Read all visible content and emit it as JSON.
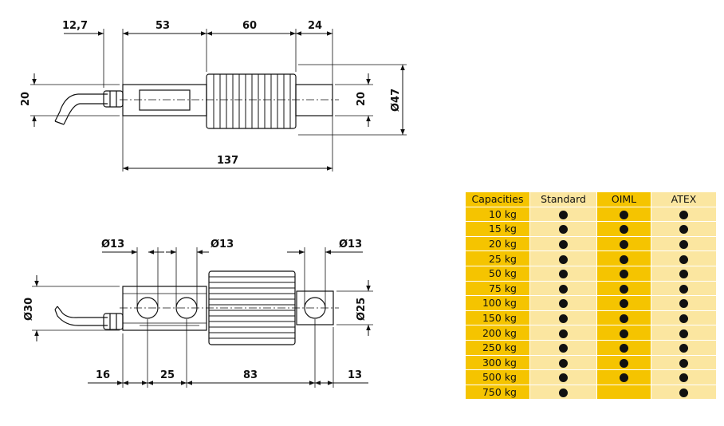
{
  "drawing_top": {
    "dims": {
      "cable_offset": "12,7",
      "body": "53",
      "bellows": "60",
      "end": "24",
      "height_left": "20",
      "height_right": "20",
      "diameter": "Ø47",
      "total": "137"
    }
  },
  "drawing_bottom": {
    "dims": {
      "hole1": "Ø13",
      "hole2": "Ø13",
      "hole3": "Ø13",
      "diameter_left": "Ø30",
      "diameter_right": "Ø25",
      "d16": "16",
      "d25": "25",
      "d83": "83",
      "d13": "13"
    }
  },
  "table": {
    "headers": [
      "Capacities",
      "Standard",
      "OIML",
      "ATEX"
    ],
    "rows": [
      {
        "capacity": "10 kg",
        "standard": true,
        "oiml": true,
        "atex": true
      },
      {
        "capacity": "15 kg",
        "standard": true,
        "oiml": true,
        "atex": true
      },
      {
        "capacity": "20 kg",
        "standard": true,
        "oiml": true,
        "atex": true
      },
      {
        "capacity": "25 kg",
        "standard": true,
        "oiml": true,
        "atex": true
      },
      {
        "capacity": "50 kg",
        "standard": true,
        "oiml": true,
        "atex": true
      },
      {
        "capacity": "75 kg",
        "standard": true,
        "oiml": true,
        "atex": true
      },
      {
        "capacity": "100 kg",
        "standard": true,
        "oiml": true,
        "atex": true
      },
      {
        "capacity": "150 kg",
        "standard": true,
        "oiml": true,
        "atex": true
      },
      {
        "capacity": "200 kg",
        "standard": true,
        "oiml": true,
        "atex": true
      },
      {
        "capacity": "250 kg",
        "standard": true,
        "oiml": true,
        "atex": true
      },
      {
        "capacity": "300 kg",
        "standard": true,
        "oiml": true,
        "atex": true
      },
      {
        "capacity": "500 kg",
        "standard": true,
        "oiml": true,
        "atex": true
      },
      {
        "capacity": "750 kg",
        "standard": true,
        "oiml": false,
        "atex": true
      }
    ],
    "colors": {
      "dark": "#f5c400",
      "light": "#fbe6a0",
      "dot": "#111111"
    }
  }
}
